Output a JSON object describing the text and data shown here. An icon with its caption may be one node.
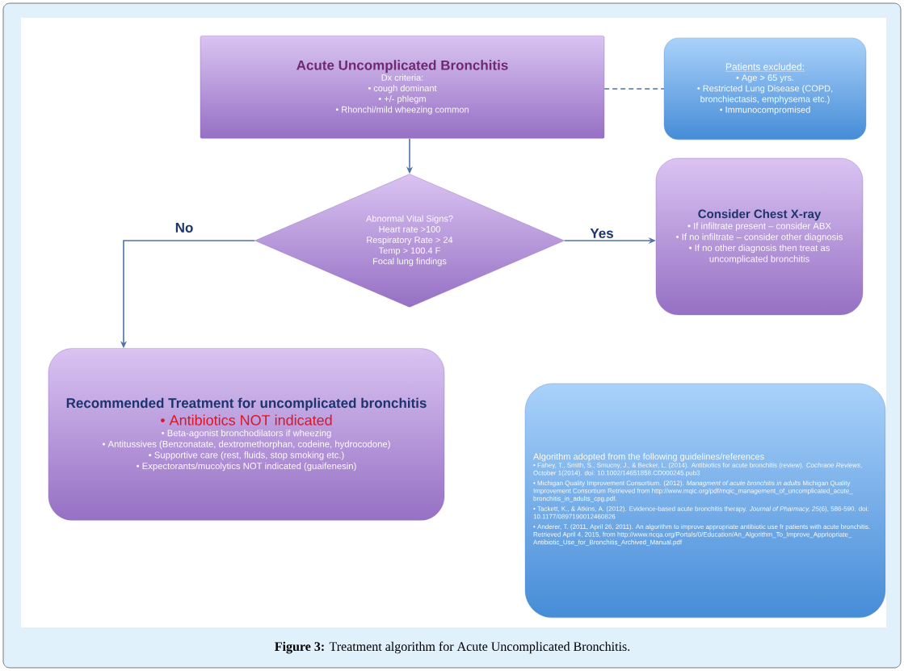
{
  "diagram": {
    "caption": "**Figure 3:** Treatment algorithm for Acute Uncomplicated Bronchitis.",
    "nodes": [
      {
        "text": [
          "Acute Uncomplicated Bronchitis",
          "Dx criteria:",
          "• cough dominant",
          "• +/- phlegm",
          "• Rhonchi/mild wheezing common"
        ]
      },
      {
        "text": [
          "Patients excluded:",
          "• Age > 65 yrs.",
          "• Restricted Lung Disease (COPD, bronchiectasis, emphysema etc.)",
          "• Immunocompromised"
        ]
      },
      {
        "text": [
          "Abnormal Vital Signs?",
          "Heart rate >100",
          "Respiratory Rate > 24",
          "Temp > 100.4 F",
          "Focal lung findings"
        ]
      },
      {
        "text": [
          "Consider Chest X-ray",
          "• If infiltrate present – consider ABX",
          "• If no infiltrate – consider other diagnosis",
          "• If no other diagnosis then treat as uncomplicated bronchitis"
        ]
      },
      {
        "text": [
          "Recommended Treatment for uncomplicated bronchitis",
          "• Antibiotics NOT indicated",
          "• Beta-agonist bronchodilators if wheezing",
          "• Antitussives (Benzonatate, dextromethorphan, codeine, hydrocodone)",
          "• Supportive care (rest, fluids, stop smoking etc.)",
          "• Expectorants/mucolytics NOT indicated (guaifenesin)"
        ]
      },
      {
        "text": [
          "Algorithm adopted from the following guidelines/references",
          "• Fahey, T., Smith, S., Smucny, J., & Becker, L. (2014). Antibiotics for acute bronchitis (review). *Cochrane Reviews*, October 1(2014). doi: 10.1002/14651858.CD000245.pub3",
          "• Michigan Quality Improvement Consortium. (2012). *Managment of acute bronchitis in adults* Michigan Quality Improvement Consortium Retrieved from http://www.mqic.org/pdf/mqic_management_of_uncomplicated_acute_bronchitis_in_adults_cpg.pdf.",
          "• Tackett, K., & Atkins, A. (2012). Evidence-based acute bronchitis therapy. *Journal of Pharmacy, 25*(6), 586-590. doi: 10.1177/0897190012460826",
          "• Anderer, T. (2011, April 26, 2011). An algorithm to improve appropriate antibiotic use fr patients with acute bronchitis. Retrieved April 4, 2015, from http://www.ncqa.org/Portals/0/Education/An_Algorithm_To_Improve_Appriopriate_Antibiotic_Use_for_Bronchitis_Archived_Manual.pdf"
        ]
      }
    ],
    "edges": [
      {
        "from": 0,
        "to": 1,
        "arrow": "none",
        "style": "dashed"
      },
      {
        "from": 0,
        "to": 2,
        "arrow": "to"
      },
      {
        "from": 2,
        "to": 3,
        "arrow": "to",
        "label": "Yes"
      },
      {
        "from": 2,
        "to": 4,
        "arrow": "to",
        "label": "No"
      }
    ]
  }
}
